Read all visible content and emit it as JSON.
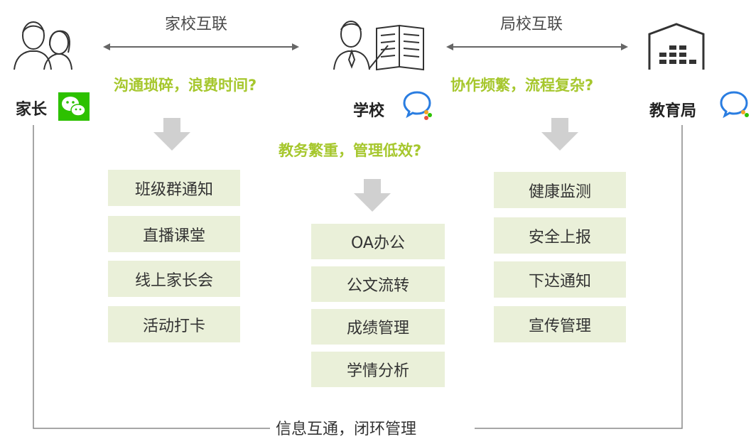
{
  "links": {
    "home_school": "家校互联",
    "bureau_school": "局校互联"
  },
  "pain_points": {
    "parent": "沟通琐碎，浪费时间?",
    "bureau": "协作频繁，流程复杂?",
    "school": "教务繁重，管理低效?"
  },
  "roles": {
    "parent": "家长",
    "school": "学校",
    "bureau": "教育局"
  },
  "features": {
    "parent": [
      "班级群通知",
      "直播课堂",
      "线上家长会",
      "活动打卡"
    ],
    "school": [
      "OA办公",
      "公文流转",
      "成绩管理",
      "学情分析"
    ],
    "bureau": [
      "健康监测",
      "安全上报",
      "下达通知",
      "宣传管理"
    ]
  },
  "footer": "信息互通，闭环管理",
  "colors": {
    "accent_green": "#a6c72d",
    "box_bg": "#eaf0d9",
    "arrow_gray": "#d0d0d0",
    "wechat_green": "#2dc100"
  },
  "icons": {
    "parent_avatar": "parents-icon",
    "school_avatar": "teacher-book-icon",
    "bureau_avatar": "building-icon",
    "wechat": "wechat-icon",
    "wecom": "wecom-icon"
  }
}
